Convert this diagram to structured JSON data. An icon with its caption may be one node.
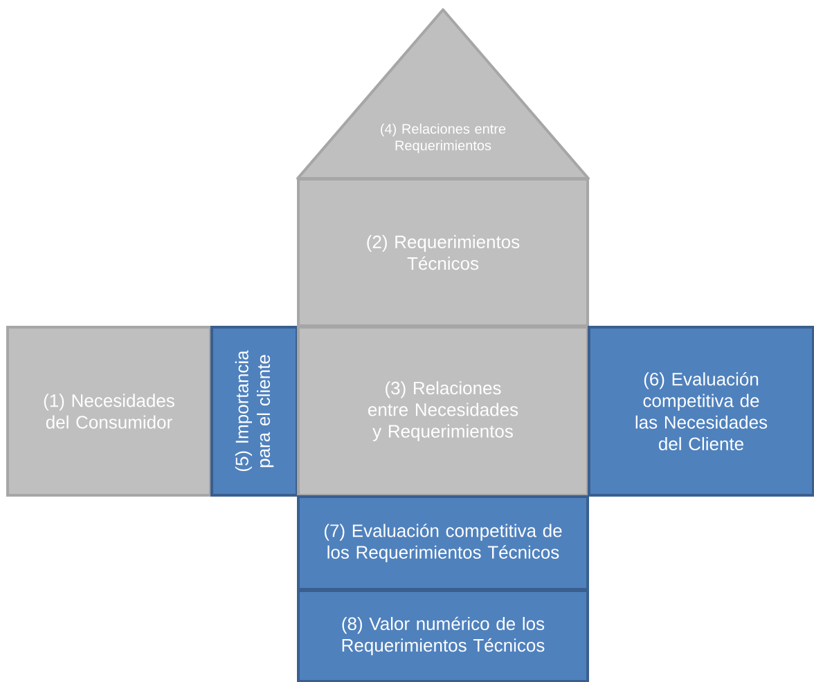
{
  "diagram": {
    "nodes": [
      {
        "text": [
          "(4) Relaciones entre Requerimientos"
        ]
      },
      {
        "text": [
          "(2) Requerimientos Técnicos"
        ]
      },
      {
        "text": [
          "(1) Necesidades del Consumidor"
        ]
      },
      {
        "text": [
          "(5) Importancia para el cliente"
        ]
      },
      {
        "text": [
          "(3) Relaciones entre Necesidades y Requerimientos"
        ]
      },
      {
        "text": [
          "(6) Evaluación competitiva de las Necesidades del Cliente"
        ]
      },
      {
        "text": [
          "(7) Evaluación competitiva de los Requerimientos Técnicos"
        ]
      },
      {
        "text": [
          "(8) Valor numérico de los Requerimientos Técnicos"
        ]
      }
    ]
  }
}
